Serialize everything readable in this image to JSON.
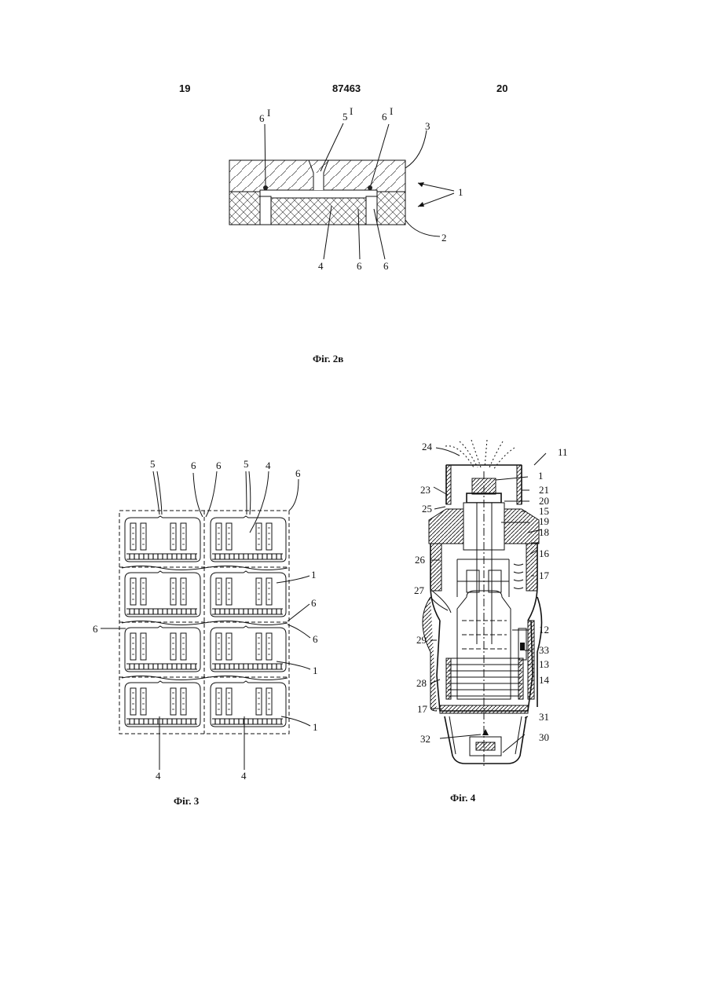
{
  "header": {
    "left_page": "19",
    "patent_number": "87463",
    "right_page": "20"
  },
  "figures": {
    "fig2v": {
      "caption": "Фіг. 2в",
      "labels": {
        "l6p_left": "6",
        "l5p": "5",
        "l6p_right": "6",
        "l3": "3",
        "l1": "1",
        "l2": "2",
        "l4": "4",
        "l6a": "6",
        "l6b": "6"
      },
      "superscripts": {
        "s6_left": "I",
        "s5": "I",
        "s6_right": "I"
      }
    },
    "fig3": {
      "caption": "Фіг. 3",
      "labels": {
        "t5a": "5",
        "t6a": "6",
        "t6b": "6",
        "t5b": "5",
        "t4a": "4",
        "r6a": "6",
        "r1a": "1",
        "r6b": "6",
        "l6": "6",
        "r6c": "6",
        "r1b": "1",
        "r1c": "1",
        "b4a": "4",
        "b4b": "4"
      }
    },
    "fig4": {
      "caption": "Фіг. 4",
      "labels": {
        "n24": "24",
        "n11": "11",
        "n1": "1",
        "n23": "23",
        "n21": "21",
        "n20": "20",
        "n25": "25",
        "n15": "15",
        "n19": "19",
        "n18": "18",
        "n26": "26",
        "n16": "16",
        "n17a": "17",
        "n27": "27",
        "n12": "12",
        "n29": "29",
        "n33": "33",
        "n13": "13",
        "n28": "28",
        "n14": "14",
        "n17b": "17",
        "n31": "31",
        "n32": "32",
        "n30": "30"
      }
    }
  }
}
